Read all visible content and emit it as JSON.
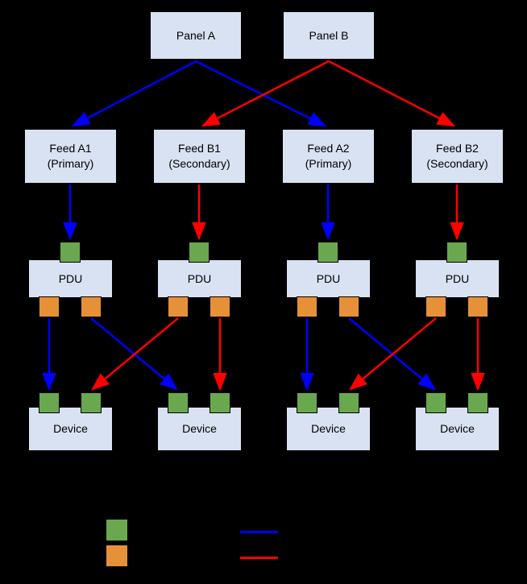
{
  "nodes": {
    "panels": [
      {
        "label": "Panel A"
      },
      {
        "label": "Panel B"
      }
    ],
    "feeds": [
      {
        "name": "Feed A1",
        "type": "(Primary)"
      },
      {
        "name": "Feed B1",
        "type": "(Secondary)"
      },
      {
        "name": "Feed A2",
        "type": "(Primary)"
      },
      {
        "name": "Feed B2",
        "type": "(Secondary)"
      }
    ],
    "pdus": [
      {
        "label": "PDU"
      },
      {
        "label": "PDU"
      },
      {
        "label": "PDU"
      },
      {
        "label": "PDU"
      }
    ],
    "devices": [
      {
        "label": "Device"
      },
      {
        "label": "Device"
      },
      {
        "label": "Device"
      },
      {
        "label": "Device"
      }
    ]
  },
  "edges": [
    {
      "from": "Panel A",
      "to": "Feed A1",
      "color": "blue"
    },
    {
      "from": "Panel A",
      "to": "Feed A2",
      "color": "blue"
    },
    {
      "from": "Panel B",
      "to": "Feed B1",
      "color": "red"
    },
    {
      "from": "Panel B",
      "to": "Feed B2",
      "color": "red"
    },
    {
      "from": "Feed A1",
      "to": "PDU 1",
      "color": "blue"
    },
    {
      "from": "Feed B1",
      "to": "PDU 2",
      "color": "red"
    },
    {
      "from": "Feed A2",
      "to": "PDU 3",
      "color": "blue"
    },
    {
      "from": "Feed B2",
      "to": "PDU 4",
      "color": "red"
    },
    {
      "from": "PDU 1",
      "to": "Device 1",
      "color": "blue"
    },
    {
      "from": "PDU 1",
      "to": "Device 2",
      "color": "blue"
    },
    {
      "from": "PDU 2",
      "to": "Device 1",
      "color": "red"
    },
    {
      "from": "PDU 2",
      "to": "Device 2",
      "color": "red"
    },
    {
      "from": "PDU 3",
      "to": "Device 3",
      "color": "blue"
    },
    {
      "from": "PDU 3",
      "to": "Device 4",
      "color": "blue"
    },
    {
      "from": "PDU 4",
      "to": "Device 3",
      "color": "red"
    },
    {
      "from": "PDU 4",
      "to": "Device 4",
      "color": "red"
    }
  ],
  "legend": {
    "swatches": [
      {
        "icon": "green-square-swatch",
        "color": "#6aa84f"
      },
      {
        "icon": "orange-square-swatch",
        "color": "#e69138"
      }
    ],
    "lines": [
      {
        "icon": "blue-line-swatch",
        "color": "#0000ff"
      },
      {
        "icon": "red-line-swatch",
        "color": "#ff0000"
      }
    ]
  },
  "colors": {
    "background": "#000000",
    "box_fill": "#d9e2f3",
    "box_border": "#000000",
    "input_port_green": "#6aa84f",
    "output_port_orange": "#e69138",
    "primary_path_blue": "#0000ff",
    "secondary_path_red": "#ff0000"
  }
}
